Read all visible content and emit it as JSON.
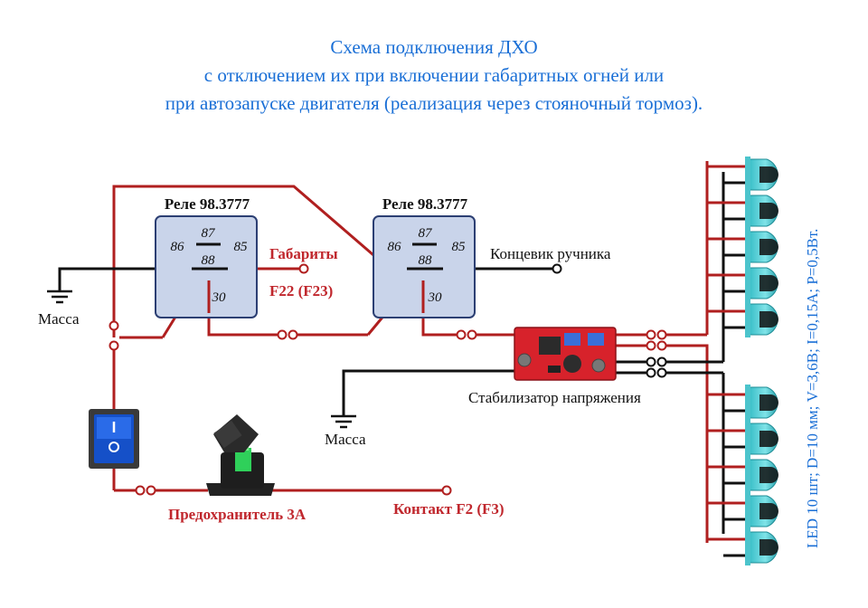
{
  "title": {
    "line1": "Схема подключения ДХО",
    "line2": "с отключением их при включении габаритных огней или",
    "line3": "при автозапуске двигателя (реализация через стояночный тормоз)."
  },
  "relay1": {
    "name": "Реле 98.3777",
    "pin86": "86",
    "pin87": "87",
    "pin88": "88",
    "pin85": "85",
    "pin30": "30"
  },
  "relay2": {
    "name": "Реле 98.3777",
    "pin86": "86",
    "pin87": "87",
    "pin88": "88",
    "pin85": "85",
    "pin30": "30"
  },
  "labels": {
    "gabarity": "Габариты",
    "f22": "F22 (F23)",
    "koncevik": "Концевик ручника",
    "massa1": "Масса",
    "massa2": "Масса",
    "stabilizer": "Стабилизатор напряжения",
    "fuse": "Предохранитель 3А",
    "contact": "Контакт F2 (F3)",
    "led": "LED 10 шт; D=10 мм; V=3,6В; I=0,15А; P=0,5Вт."
  },
  "colors": {
    "title": "#1a6fd6",
    "wire_red": "#b01f1f",
    "wire_black": "#111111",
    "relay_fill": "#c9d4ea",
    "relay_border": "#2c3f73",
    "label_red": "#c0272d",
    "led": "#5ed0d6"
  },
  "leds": {
    "count": 10
  }
}
